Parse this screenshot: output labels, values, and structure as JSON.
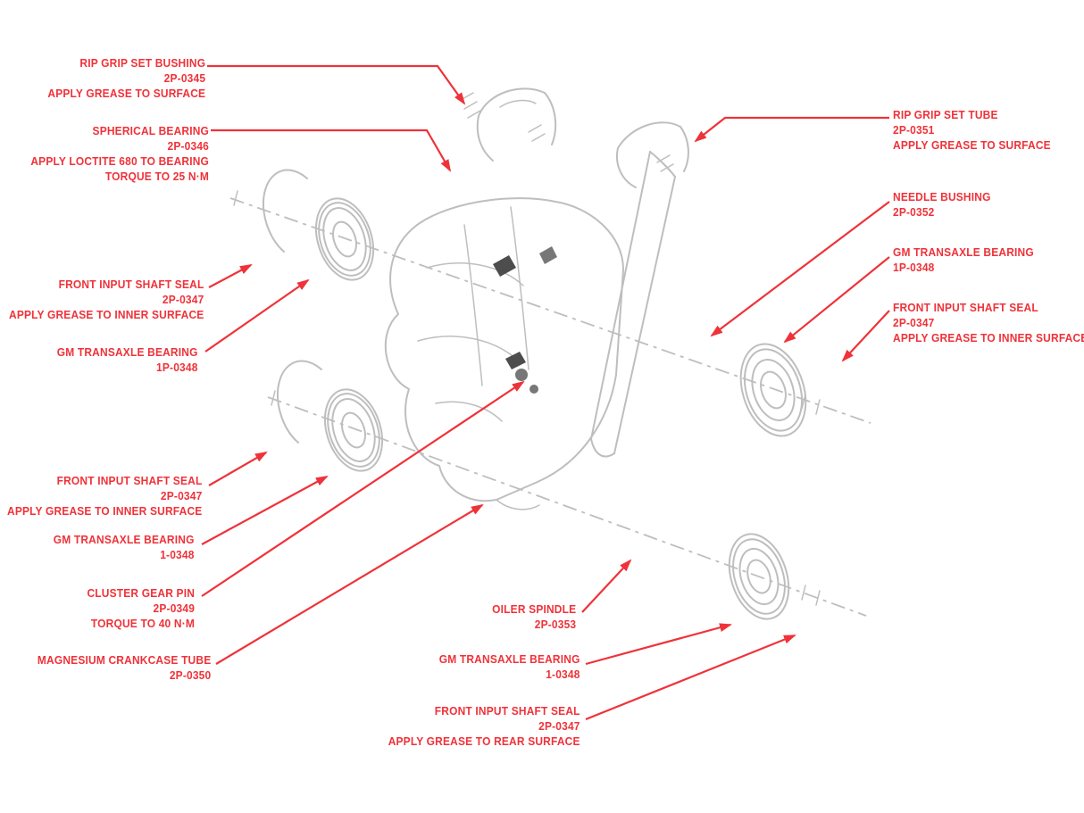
{
  "colors": {
    "red": "#EF3239",
    "gray": "#BEBEBE"
  },
  "callouts": {
    "c1": {
      "lines": [
        "RIP GRIP SET BUSHING",
        "2P-0345",
        "APPLY GREASE TO SURFACE"
      ]
    },
    "c2": {
      "lines": [
        "SPHERICAL BEARING",
        "2P-0346",
        "APPLY LOCTITE 680 TO BEARING",
        "TORQUE TO 25 N·M"
      ]
    },
    "c3": {
      "lines": [
        "FRONT INPUT SHAFT SEAL",
        "2P-0347",
        "APPLY GREASE TO INNER SURFACE"
      ]
    },
    "c4": {
      "lines": [
        "GM TRANSAXLE BEARING",
        "1P-0348"
      ]
    },
    "c5": {
      "lines": [
        "FRONT INPUT SHAFT SEAL",
        "2P-0347",
        "APPLY GREASE TO INNER SURFACE"
      ]
    },
    "c6": {
      "lines": [
        "GM TRANSAXLE BEARING",
        "1-0348"
      ]
    },
    "c7": {
      "lines": [
        "CLUSTER GEAR PIN",
        "2P-0349",
        "TORQUE TO 40 N·M"
      ]
    },
    "c8": {
      "lines": [
        "MAGNESIUM CRANKCASE TUBE",
        "2P-0350"
      ]
    },
    "r1": {
      "lines": [
        "RIP GRIP SET TUBE",
        "2P-0351",
        "APPLY GREASE TO SURFACE"
      ]
    },
    "r2": {
      "lines": [
        "NEEDLE BUSHING",
        "2P-0352"
      ]
    },
    "r3": {
      "lines": [
        "GM TRANSAXLE BEARING",
        "1P-0348"
      ]
    },
    "r4": {
      "lines": [
        "FRONT INPUT SHAFT SEAL",
        "2P-0347",
        "APPLY GREASE TO INNER SURFACE"
      ]
    },
    "b1": {
      "lines": [
        "OILER SPINDLE",
        "2P-0353"
      ]
    },
    "b2": {
      "lines": [
        "GM TRANSAXLE BEARING",
        "1-0348"
      ]
    },
    "b3": {
      "lines": [
        "FRONT INPUT SHAFT SEAL",
        "2P-0347",
        "APPLY GREASE TO REAR SURFACE"
      ]
    }
  }
}
